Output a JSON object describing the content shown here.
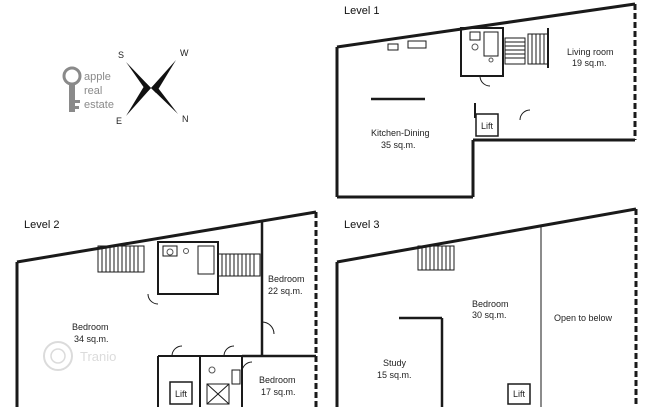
{
  "levels": {
    "level1": "Level 1",
    "level2": "Level 2",
    "level3": "Level 3"
  },
  "rooms": {
    "l1_living": {
      "name": "Living room",
      "area": "19 sq.m."
    },
    "l1_kitchen": {
      "name": "Kitchen-Dining",
      "area": "35 sq.m."
    },
    "l1_lift": "Lift",
    "l2_bedroom_big": {
      "name": "Bedroom",
      "area": "34 sq.m."
    },
    "l2_bedroom_right": {
      "name": "Bedroom",
      "area": "22 sq.m."
    },
    "l2_bedroom_small": {
      "name": "Bedroom",
      "area": "17 sq.m."
    },
    "l2_lift": "Lift",
    "l3_bedroom": {
      "name": "Bedroom",
      "area": "30 sq.m."
    },
    "l3_study": {
      "name": "Study",
      "area": "15 sq.m."
    },
    "l3_open": "Open to below",
    "l3_lift": "Lift"
  },
  "logo": {
    "line1": "apple",
    "line2": "real",
    "line3": "estate"
  },
  "compass": {
    "s": "S",
    "w": "W",
    "e": "E",
    "n": "N"
  },
  "watermark": "Tranio",
  "colors": {
    "wall": "#1a1a1a",
    "fixture": "#555555",
    "logo": "#8a8a8a",
    "watermark": "#d8d8d8"
  }
}
